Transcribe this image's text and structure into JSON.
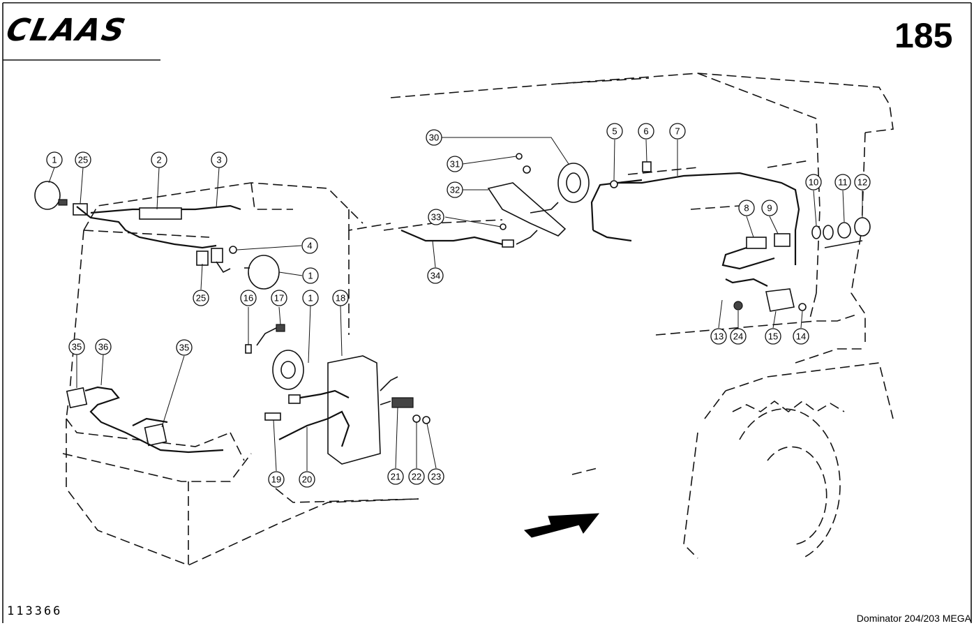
{
  "header": {
    "brand": "CLAAS",
    "page_number": "185"
  },
  "footer": {
    "drawing_number": "113366",
    "model": "Dominator 204/203 MEGA"
  },
  "callouts": [
    {
      "label": "1"
    },
    {
      "label": "25"
    },
    {
      "label": "2"
    },
    {
      "label": "3"
    },
    {
      "label": "4"
    },
    {
      "label": "1"
    },
    {
      "label": "25"
    },
    {
      "label": "16"
    },
    {
      "label": "17"
    },
    {
      "label": "1"
    },
    {
      "label": "18"
    },
    {
      "label": "35"
    },
    {
      "label": "36"
    },
    {
      "label": "35"
    },
    {
      "label": "19"
    },
    {
      "label": "20"
    },
    {
      "label": "21"
    },
    {
      "label": "22"
    },
    {
      "label": "23"
    },
    {
      "label": "30"
    },
    {
      "label": "31"
    },
    {
      "label": "32"
    },
    {
      "label": "33"
    },
    {
      "label": "34"
    },
    {
      "label": "5"
    },
    {
      "label": "6"
    },
    {
      "label": "7"
    },
    {
      "label": "8"
    },
    {
      "label": "9"
    },
    {
      "label": "10"
    },
    {
      "label": "11"
    },
    {
      "label": "12"
    },
    {
      "label": "13"
    },
    {
      "label": "24"
    },
    {
      "label": "15"
    },
    {
      "label": "14"
    }
  ]
}
